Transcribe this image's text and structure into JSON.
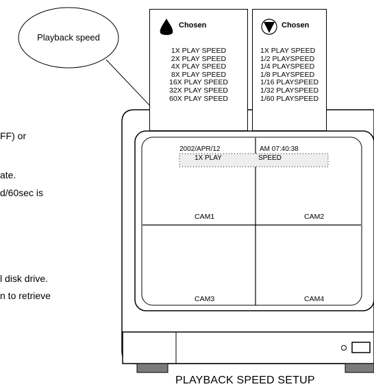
{
  "body_text_fragments": [
    "FF) or",
    "ate.",
    "d/60sec is",
    "l disk drive.",
    "n to retrieve"
  ],
  "callout": {
    "label": "Playback speed"
  },
  "panel_left": {
    "title": "Chosen",
    "icon": "up-triangle-icon",
    "items": [
      "1X PLAY SPEED",
      "2X PLAY SPEED",
      "4X PLAY SPEED",
      "8X PLAY SPEED",
      "16X PLAY SPEED",
      "32X PLAY SPEED",
      "60X PLAY SPEED"
    ]
  },
  "panel_right": {
    "title": "Chosen",
    "icon": "down-triangle-icon",
    "items": [
      "1X PLAY SPEED",
      "1/2 PLAYSPEED",
      "1/4 PLAYSPEED",
      "1/8 PLAYSPEED",
      "1/16 PLAYSPEED",
      "1/32 PLAYSPEED",
      "1/60 PLAYSPEED"
    ]
  },
  "monitor": {
    "osd_date": "2002/APR/12",
    "osd_time": "AM 07:40:38",
    "osd_play": "1X PLAY",
    "osd_speed": "SPEED",
    "cameras": [
      "CAM1",
      "CAM2",
      "CAM3",
      "CAM4"
    ]
  },
  "caption": "PLAYBACK SPEED SETUP"
}
